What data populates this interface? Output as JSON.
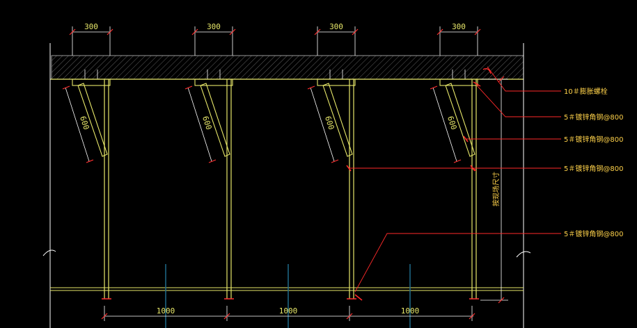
{
  "drawing": {
    "top_dimensions": [
      "300",
      "300",
      "300",
      "300"
    ],
    "brace_length_labels": [
      "600",
      "600",
      "600",
      "600"
    ],
    "bottom_dimensions": [
      "1000",
      "1000",
      "1000"
    ],
    "callouts": [
      "10＃膨胀螺栓",
      "5＃镀锌角钢@800",
      "5＃镀锌角钢@800",
      "5＃镀锌角钢@800",
      "5＃镀锌角钢@800"
    ],
    "vertical_dimension_label": "按现场尺寸",
    "colors": {
      "background": "#000000",
      "steel": "#e8e86a",
      "dimension": "#ffffff",
      "callout_leader": "#ff2a2a",
      "callout_text": "#ffd24a",
      "grid_axis": "#1f6a8a"
    }
  }
}
